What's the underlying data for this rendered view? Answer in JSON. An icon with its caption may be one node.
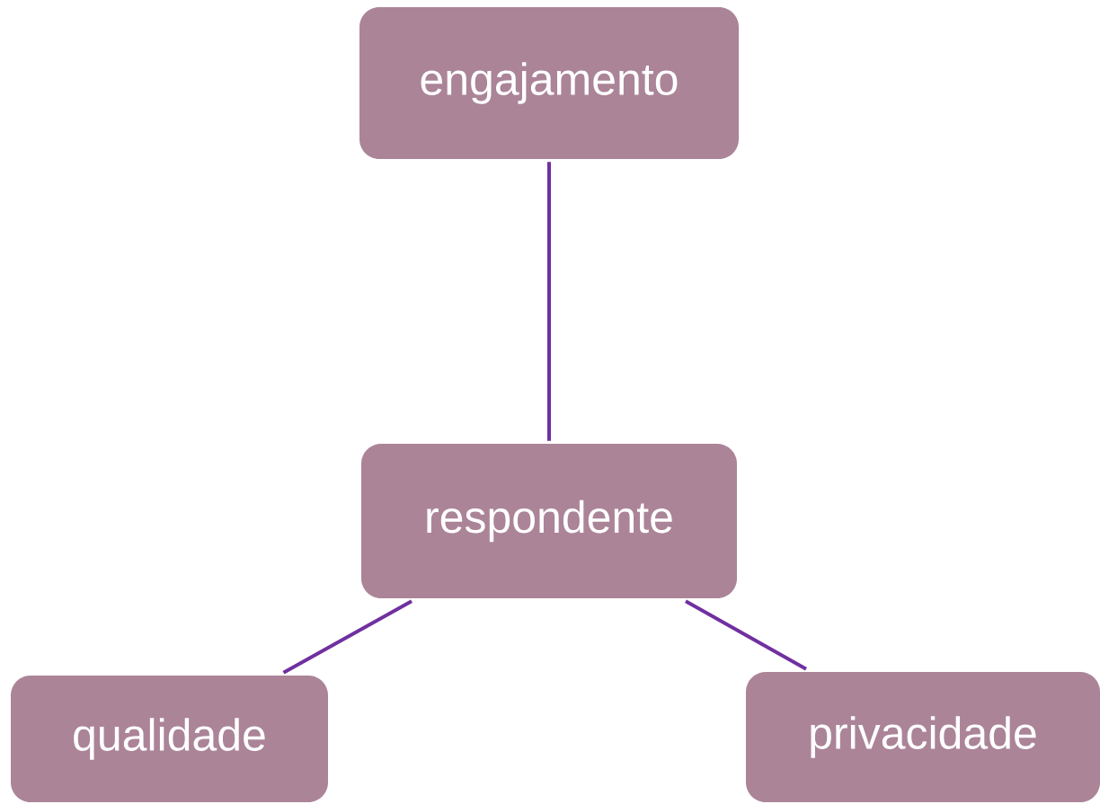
{
  "diagram": {
    "nodes": [
      {
        "text": [
          "engajamento"
        ]
      },
      {
        "text": [
          "respondente"
        ]
      },
      {
        "text": [
          "qualidade"
        ]
      },
      {
        "text": [
          "privacidade"
        ]
      }
    ],
    "edges": [
      {
        "from": 0,
        "to": 1,
        "arrow": "none"
      },
      {
        "from": 1,
        "to": 2,
        "arrow": "none"
      },
      {
        "from": 1,
        "to": 3,
        "arrow": "none"
      }
    ]
  }
}
